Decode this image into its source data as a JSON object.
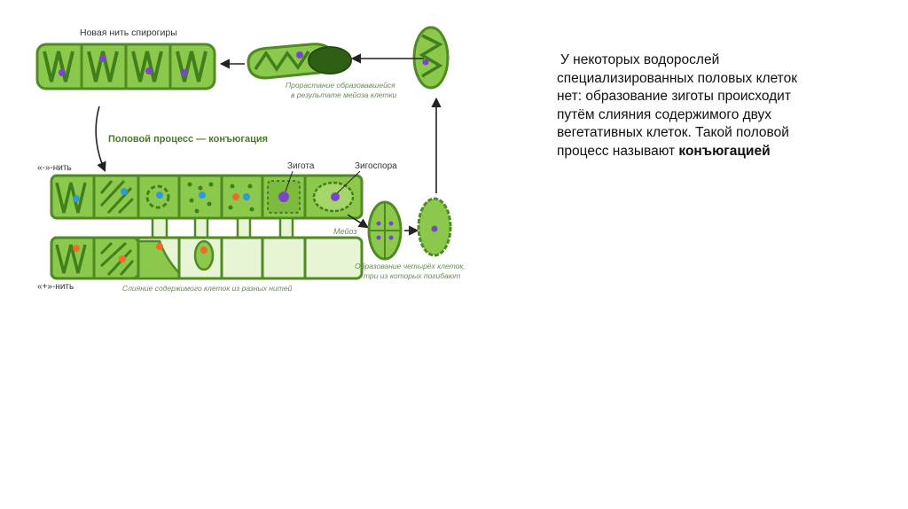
{
  "diagram": {
    "label_new_filament": "Новая нить спирогиры",
    "label_germination_line1": "Прорастание образовавшейся",
    "label_germination_line2": "в результате мейоза клетки",
    "label_sexual_process": "Половой процесс — конъюгация",
    "label_minus_filament": "«-»-нить",
    "label_plus_filament": "«+»-нить",
    "label_zygote": "Зигота",
    "label_zygospore": "Зигоспора",
    "label_meiosis": "Мейоз",
    "label_four_cells_line1": "Образование четырёх клеток,",
    "label_four_cells_line2": "три из которых погибают",
    "label_fusion": "Слияние содержимого клеток из разных нитей",
    "colors": {
      "cell_fill": "#8cc84b",
      "cell_stroke": "#4f8a23",
      "chloroplast": "#3f7f1c",
      "nucleus_minus": "#2f9ad6",
      "nucleus_plus": "#f06a2a",
      "zygote_nucleus": "#7a45c7",
      "empty_cell": "#e8f5d4"
    }
  },
  "text": {
    "line1": "У некоторых водорослей",
    "line2": "специализированных половых клеток",
    "line3": "нет: образование зиготы происходит",
    "line4": "путём слияния содержимого двух",
    "line5": "вегетативных клеток. Такой половой",
    "line6_pre": "процесс называют ",
    "line6_bold": "конъюгацией"
  }
}
